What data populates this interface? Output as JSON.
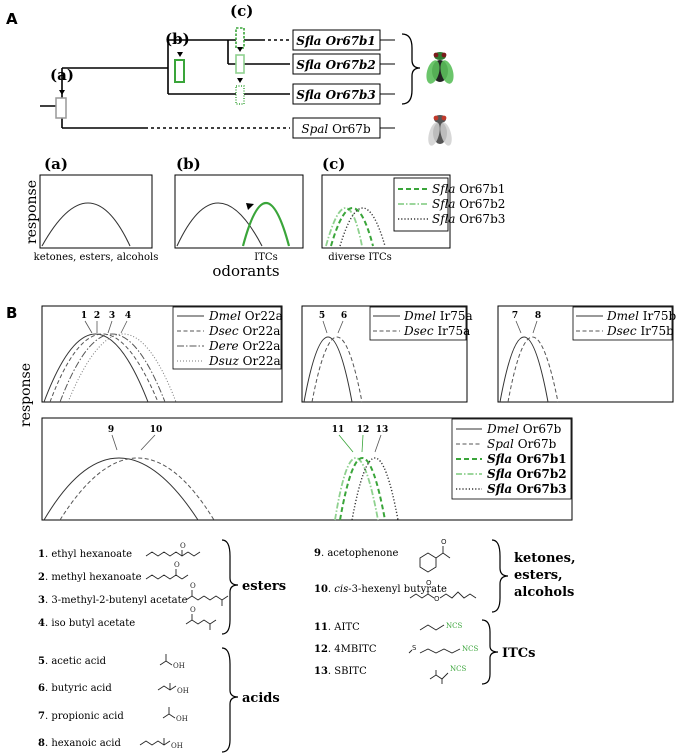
{
  "panelA": {
    "label": "A",
    "tree_nodes": [
      "(a)",
      "(b)",
      "(c)"
    ],
    "taxa": [
      {
        "genus": "Sfla",
        "gene": "Or67b1",
        "bold": true
      },
      {
        "genus": "Sfla",
        "gene": "Or67b2",
        "bold": true
      },
      {
        "genus": "Sfla",
        "gene": "Or67b3",
        "bold": true
      },
      {
        "genus": "Spal",
        "gene": "Or67b",
        "bold": false
      }
    ],
    "subpanels": [
      "(a)",
      "(b)",
      "(c)"
    ],
    "ylabel": "response",
    "xlabel": "odorants",
    "a_xlabel": "ketones, esters, alcohols",
    "b_xlabel": "ITCs",
    "c_xlabel": "diverse ITCs",
    "c_legend": [
      {
        "genus": "Sfla",
        "gene": "Or67b1"
      },
      {
        "genus": "Sfla",
        "gene": "Or67b2"
      },
      {
        "genus": "Sfla",
        "gene": "Or67b3"
      }
    ],
    "colors": {
      "green": "#3aa53a",
      "light_green": "#8fd18f",
      "dark": "#333333",
      "grey": "#888888"
    }
  },
  "panelB": {
    "label": "B",
    "ylabel": "response",
    "or22a_peaks": [
      "1",
      "2",
      "3",
      "4"
    ],
    "or22a_legend": [
      {
        "genus": "Dmel",
        "gene": "Or22a"
      },
      {
        "genus": "Dsec",
        "gene": "Or22a"
      },
      {
        "genus": "Dere",
        "gene": "Or22a"
      },
      {
        "genus": "Dsuz",
        "gene": "Or22a"
      }
    ],
    "ir75a_peaks": [
      "5",
      "6"
    ],
    "ir75a_legend": [
      {
        "genus": "Dmel",
        "gene": "Ir75a"
      },
      {
        "genus": "Dsec",
        "gene": "Ir75a"
      }
    ],
    "ir75b_peaks": [
      "7",
      "8"
    ],
    "ir75b_legend": [
      {
        "genus": "Dmel",
        "gene": "Ir75b"
      },
      {
        "genus": "Dsec",
        "gene": "Ir75b"
      }
    ],
    "or67b_peaks": [
      "9",
      "10",
      "11",
      "12",
      "13"
    ],
    "or67b_legend": [
      {
        "genus": "Dmel",
        "gene": "Or67b",
        "bold": false
      },
      {
        "genus": "Spal",
        "gene": "Or67b",
        "bold": false
      },
      {
        "genus": "Sfla",
        "gene": "Or67b1",
        "bold": true
      },
      {
        "genus": "Sfla",
        "gene": "Or67b2",
        "bold": true
      },
      {
        "genus": "Sfla",
        "gene": "Or67b3",
        "bold": true
      }
    ],
    "compounds_left": [
      {
        "num": "1",
        "name": ". ethyl hexanoate"
      },
      {
        "num": "2",
        "name": ". methyl hexanoate"
      },
      {
        "num": "3",
        "name": ". 3-methyl-2-butenyl acetate"
      },
      {
        "num": "4",
        "name": ". iso butyl acetate"
      },
      {
        "num": "5",
        "name": ". acetic acid"
      },
      {
        "num": "6",
        "name": ". butyric acid"
      },
      {
        "num": "7",
        "name": ". propionic acid"
      },
      {
        "num": "8",
        "name": ". hexanoic acid"
      }
    ],
    "compounds_right": [
      {
        "num": "9",
        "name": ". acetophenone"
      },
      {
        "num": "10",
        "name_pre": ". ",
        "name_it": "cis",
        "name_post": "-3-hexenyl butyrate"
      },
      {
        "num": "11",
        "name": ". AITC"
      },
      {
        "num": "12",
        "name": ". 4MBITC"
      },
      {
        "num": "13",
        "name": ". SBITC"
      }
    ],
    "groups": {
      "esters": "esters",
      "acids": "acids",
      "ketones_lines": [
        "ketones,",
        "esters,",
        "alcohols"
      ],
      "itcs": "ITCs"
    },
    "ncs_label": "NCS",
    "oh_label": "OH",
    "o_label": "O",
    "s_label": "S"
  }
}
